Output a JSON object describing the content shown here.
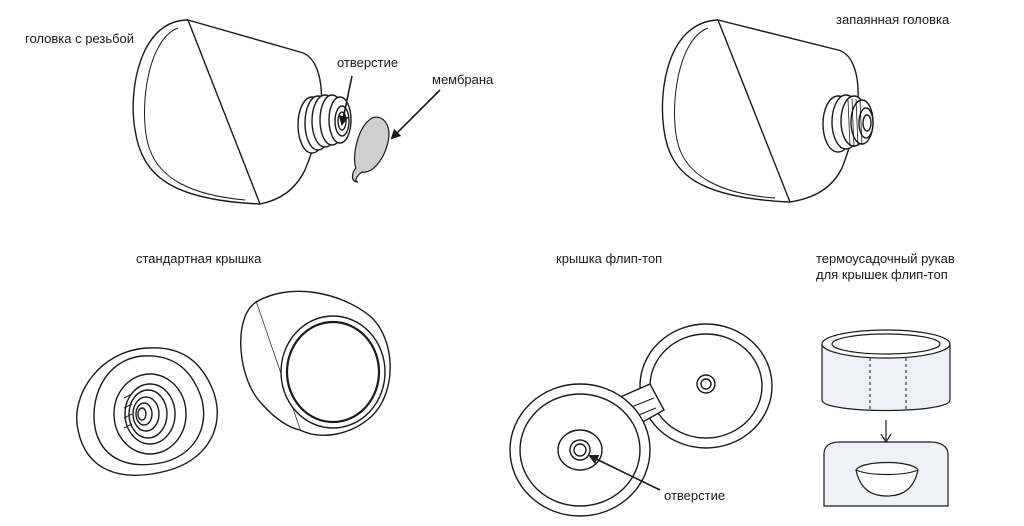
{
  "labels": {
    "threaded_head": "головка с резьбой",
    "opening_top": "отверстие",
    "membrane": "мембрана",
    "sealed_head": "запаянная головка",
    "standard_cap": "стандартная крышка",
    "flip_top_cap": "крышка флип-топ",
    "shrink_sleeve_line1": "термоусадочный рукав",
    "shrink_sleeve_line2": "для крышек флип-топ",
    "opening_bottom": "отверстие"
  },
  "colors": {
    "line": "#1a1a1a",
    "membrane_fill": "#cfcfcf",
    "sleeve_fill": "#eef2f7"
  }
}
